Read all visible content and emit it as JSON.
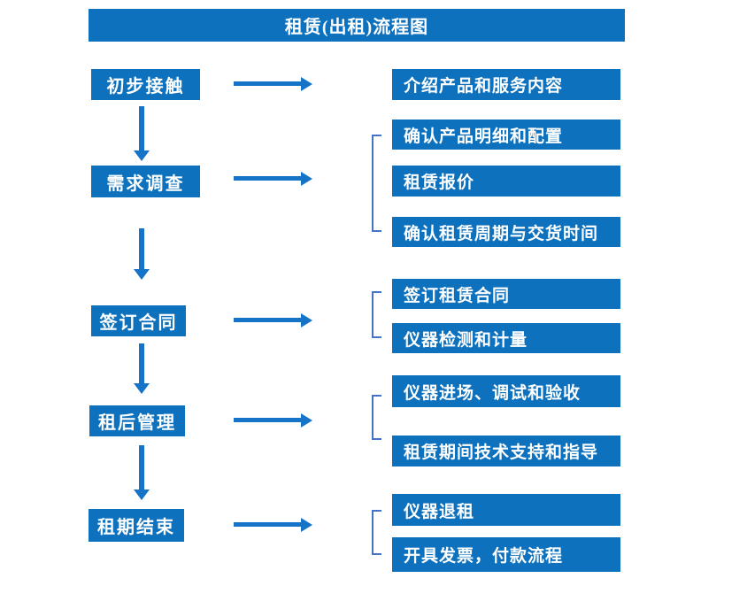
{
  "title": "租赁(出租)流程图",
  "colors": {
    "background": "#FFFFFF",
    "box_fill": "#0E71BD",
    "arrow": "#1573C8",
    "bracket": "#4472C4",
    "text": "#FFFFFF"
  },
  "stages": [
    {
      "label": "初步接触",
      "details": [
        "介绍产品和服务内容"
      ]
    },
    {
      "label": "需求调查",
      "details": [
        "确认产品明细和配置",
        "租赁报价",
        "确认租赁周期与交货时间"
      ]
    },
    {
      "label": "签订合同",
      "details": [
        "签订租赁合同",
        "仪器检测和计量"
      ]
    },
    {
      "label": "租后管理",
      "details": [
        "仪器进场、调试和验收",
        "租赁期间技术支持和指导"
      ]
    },
    {
      "label": "租期结束",
      "details": [
        "仪器退租",
        "开具发票，付款流程"
      ]
    }
  ]
}
